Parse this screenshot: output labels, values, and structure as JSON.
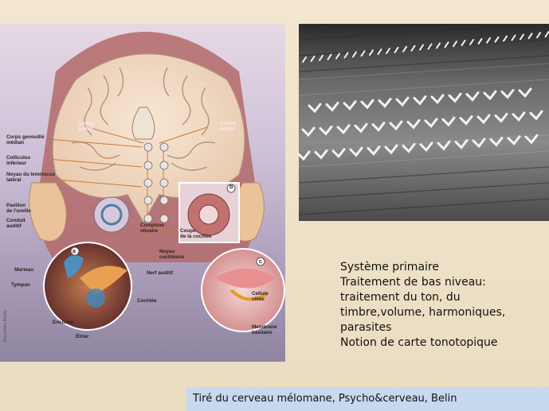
{
  "illustration": {
    "credit": "Dorothée Bailly",
    "panels": [
      "a",
      "b",
      "c"
    ],
    "labels": {
      "cortex_auditif_l": "Cortex\nauditif",
      "cortex_auditif_r": "Cortex\nauditif",
      "corps_genouille": "Corps genouillé\nmédian",
      "colliculus": "Colliculus\ninférieur",
      "noyau_lemniscus": "Noyau du lemniscus\nlatéral",
      "pavillon": "Pavillon\nde l'oreille",
      "conduit": "Conduit\nauditif",
      "complexe": "Complexe\nolivaire",
      "noyau_cochleaire": "Noyau\ncochléaire",
      "coupe": "Coupe\nde la cochlée",
      "marteau": "Marteau",
      "tympan": "Tympan",
      "nerf": "Nerf auditif",
      "cochlee": "Cochlée",
      "enclume": "Enclume",
      "etrier": "Étrier",
      "cellule": "Cellule\nciliée",
      "membrane": "Membrane\nbasilaire"
    }
  },
  "text_lines": [
    "Système primaire",
    "Traitement de bas niveau:",
    "traitement du ton, du",
    "timbre,volume, harmoniques,",
    "parasites",
    "Notion de carte tonotopique"
  ],
  "source": "Tiré du cerveau mélomane, Psycho&cerveau, Belin"
}
